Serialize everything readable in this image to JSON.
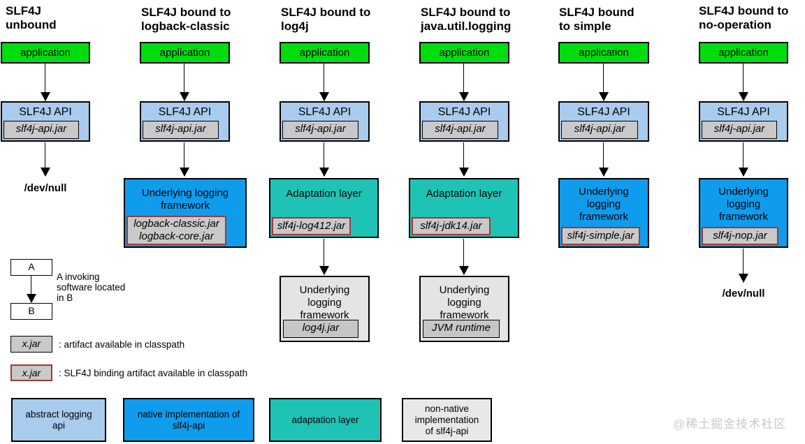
{
  "diagram": {
    "columns": [
      {
        "title": [
          "SLF4J",
          "unbound"
        ],
        "application": "application",
        "api": {
          "label": "SLF4J API",
          "jar": "slf4j-api.jar"
        },
        "sink": "/dev/null"
      },
      {
        "title": [
          "SLF4J bound to",
          "logback-classic"
        ],
        "application": "application",
        "api": {
          "label": "SLF4J API",
          "jar": "slf4j-api.jar"
        },
        "framework": {
          "label": "Underlying logging framework",
          "jars": [
            "logback-classic.jar",
            "logback-core.jar"
          ]
        }
      },
      {
        "title": [
          "SLF4J bound to",
          "log4j"
        ],
        "application": "application",
        "api": {
          "label": "SLF4J API",
          "jar": "slf4j-api.jar"
        },
        "adaptation": {
          "label": "Adaptation layer",
          "jar": "slf4j-log412.jar"
        },
        "framework": {
          "label": "Underlying logging framework",
          "jar": "log4j.jar"
        }
      },
      {
        "title": [
          "SLF4J bound to",
          "java.util.logging"
        ],
        "application": "application",
        "api": {
          "label": "SLF4J API",
          "jar": "slf4j-api.jar"
        },
        "adaptation": {
          "label": "Adaptation layer",
          "jar": "slf4j-jdk14.jar"
        },
        "framework": {
          "label": "Underlying logging framework",
          "jar": "JVM runtime"
        }
      },
      {
        "title": [
          "SLF4J bound",
          "to simple"
        ],
        "application": "application",
        "api": {
          "label": "SLF4J API",
          "jar": "slf4j-api.jar"
        },
        "framework": {
          "label": "Underlying logging framework",
          "jar": "slf4j-simple.jar"
        }
      },
      {
        "title": [
          "SLF4J bound to",
          "no-operation"
        ],
        "application": "application",
        "api": {
          "label": "SLF4J API",
          "jar": "slf4j-api.jar"
        },
        "framework": {
          "label": "Underlying logging framework",
          "jar": "slf4j-nop.jar"
        },
        "sink": "/dev/null"
      }
    ],
    "legend": {
      "a_label": "A",
      "b_label": "B",
      "ab_lines": [
        "A invoking",
        "software located",
        "in B"
      ],
      "jar_plain": {
        "box": "x.jar",
        "text": ": artifact available in classpath"
      },
      "jar_binding": {
        "box": "x.jar",
        "text": ": SLF4J binding artifact available in classpath"
      }
    },
    "bottom_legend": [
      {
        "label": "abstract logging api"
      },
      {
        "label": "native implementation of slf4j-api"
      },
      {
        "label": "adaptation layer"
      },
      {
        "label": "non-native implementation of slf4j-api"
      }
    ],
    "colors": {
      "application": "#00dd0f",
      "api": "#a9cbee",
      "jar": "#c9c9c9",
      "native": "#0f9ced",
      "adaptation": "#1fc3b5",
      "non_native": "#e4e4e4",
      "binding_border": "#9c3a3a"
    },
    "watermark": "@稀土掘金技术社区"
  }
}
